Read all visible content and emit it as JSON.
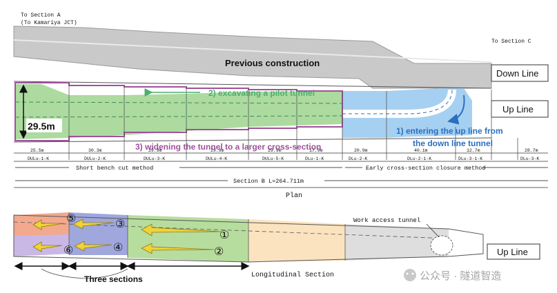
{
  "header": {
    "section_a_line1": "To Section A",
    "section_a_line2": "(To Kamariya JCT)",
    "section_c": "To Section C"
  },
  "plan": {
    "previous_construction": "Previous construction",
    "down_line": "Down Line",
    "up_line": "Up Line",
    "height_label": "29.5m",
    "step2": "2) excavating a pilot tunnel",
    "step3": "3) widening the tunnel to a larger cross-section",
    "step1_line1": "1) entering the up line from",
    "step1_line2": "the down line tunnel",
    "segments": [
      {
        "length": "25.5m",
        "code": "DULu-1-K"
      },
      {
        "length": "30.3m",
        "code": "DULu-2-K"
      },
      {
        "length": "29.9m",
        "code": "DULu-3-K"
      },
      {
        "length": "29.9m",
        "code": "DULu-4-K"
      },
      {
        "length": "29.9m",
        "code": "DULu-5-K"
      },
      {
        "length": "17.9m",
        "code": "DLu-1-K"
      },
      {
        "length": "20.9m",
        "code": "DLu-2-K"
      },
      {
        "length": "40.1m",
        "code": "DLu-2-1-K"
      },
      {
        "length": "12.7m",
        "code": "DLu-3-1-K"
      },
      {
        "length": "28.7m",
        "code": "DLu-3-K"
      }
    ],
    "method_left": "Short bench cut method",
    "method_right": "Early cross-section closure method",
    "section_b": "Section B L=264.711m",
    "plan_label": "Plan"
  },
  "longitudinal": {
    "work_access": "Work access tunnel",
    "up_line": "Up Line",
    "three_sections": "Three sections",
    "label": "Longitudinal Section",
    "numbers": [
      "①",
      "②",
      "③",
      "④",
      "⑤",
      "⑥"
    ]
  },
  "watermark": "公众号 · 隧道智造",
  "colors": {
    "green": "#a8d89a",
    "blue": "#9ccbef",
    "purple": "#a0509c",
    "gray": "#c8c8c8",
    "salmon": "#f2a98e",
    "lavender": "#b6a4dc",
    "yellow_arrow": "#f0d23a",
    "peach": "#fbe3c0"
  }
}
